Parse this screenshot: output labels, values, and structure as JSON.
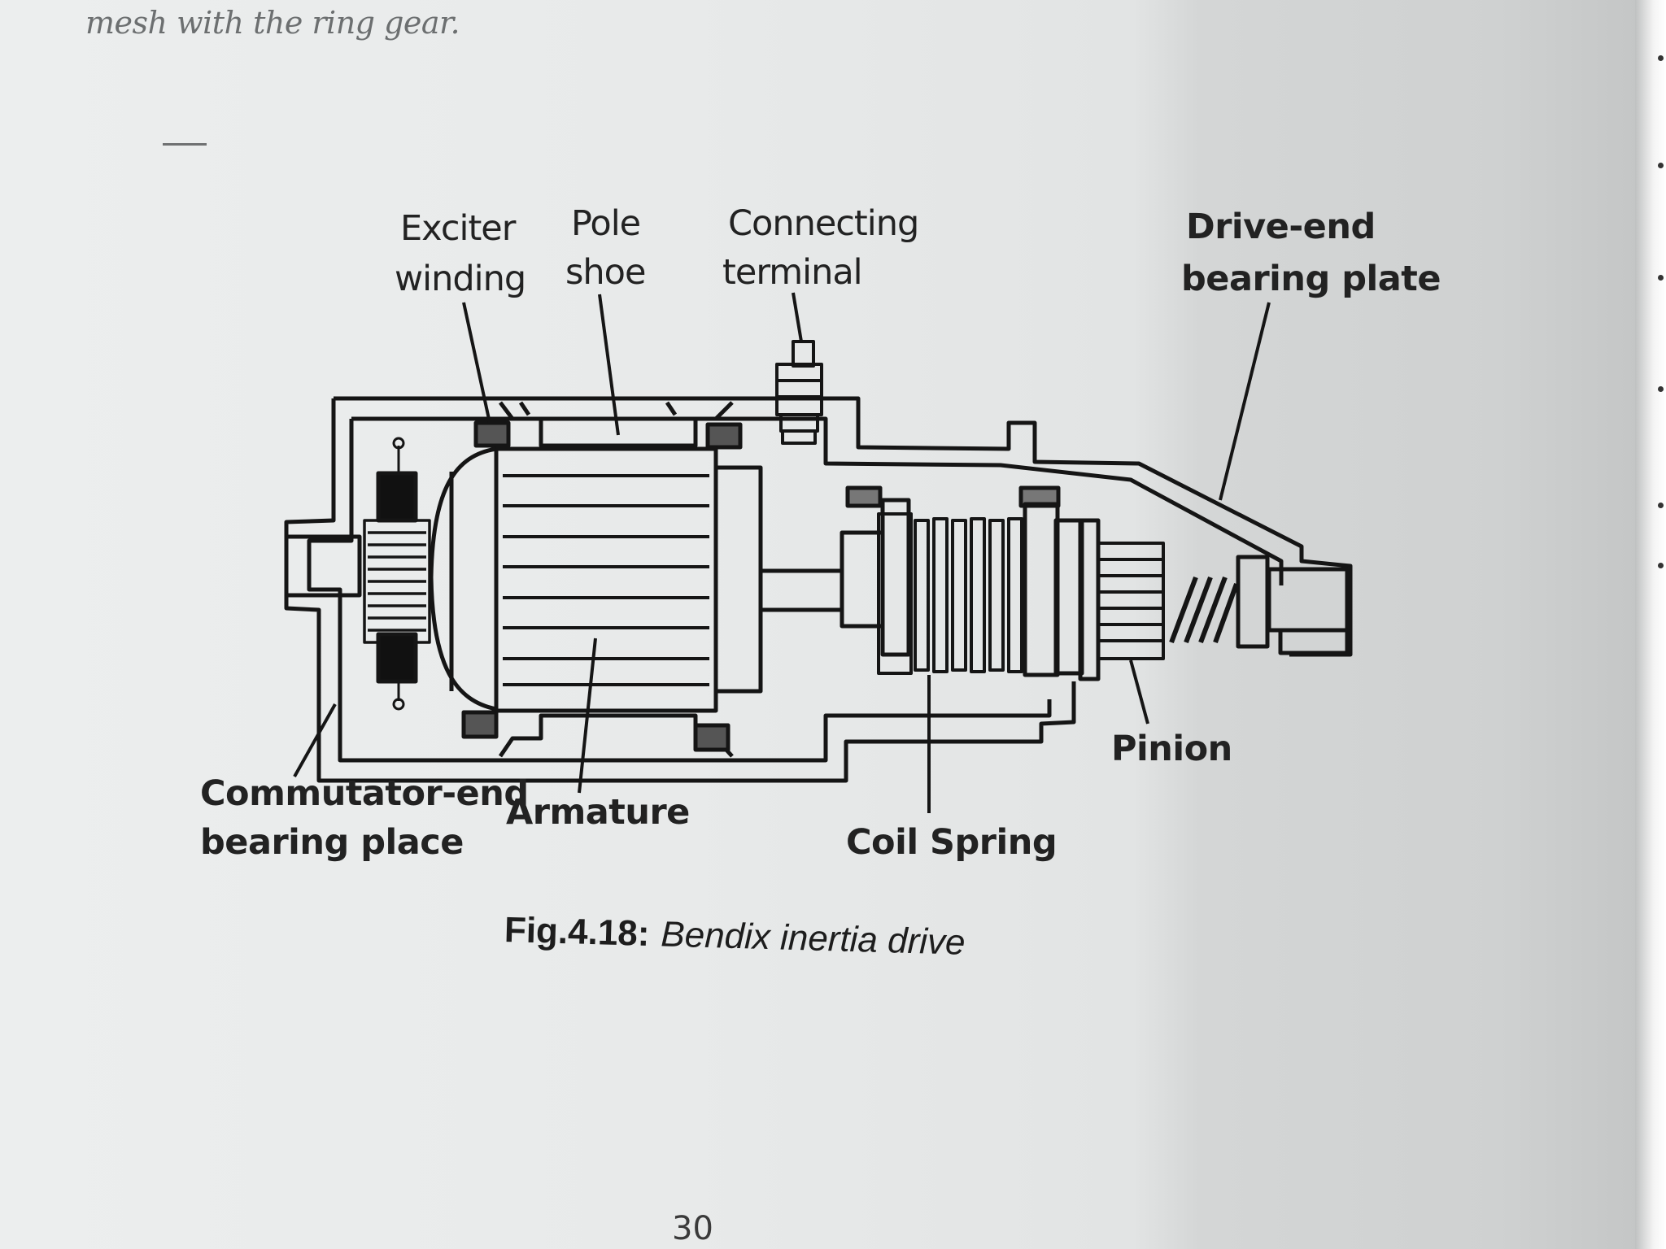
{
  "page": {
    "top_text": "mesh with the ring gear.",
    "page_number": "30"
  },
  "figure": {
    "caption_number": "Fig.4.18:",
    "caption_title": "Bendix inertia drive",
    "labels": {
      "exciter_winding": [
        "Exciter",
        "winding"
      ],
      "pole_shoe": [
        "Pole",
        "shoe"
      ],
      "connecting_terminal": [
        "Connecting",
        "terminal"
      ],
      "drive_end_bearing_plate": [
        "Drive-end",
        "bearing plate"
      ],
      "commutator_end_bearing_place": [
        "Commutator-end",
        "bearing place"
      ],
      "armature": "Armature",
      "coil_spring": "Coil Spring",
      "pinion": "Pinion"
    }
  }
}
